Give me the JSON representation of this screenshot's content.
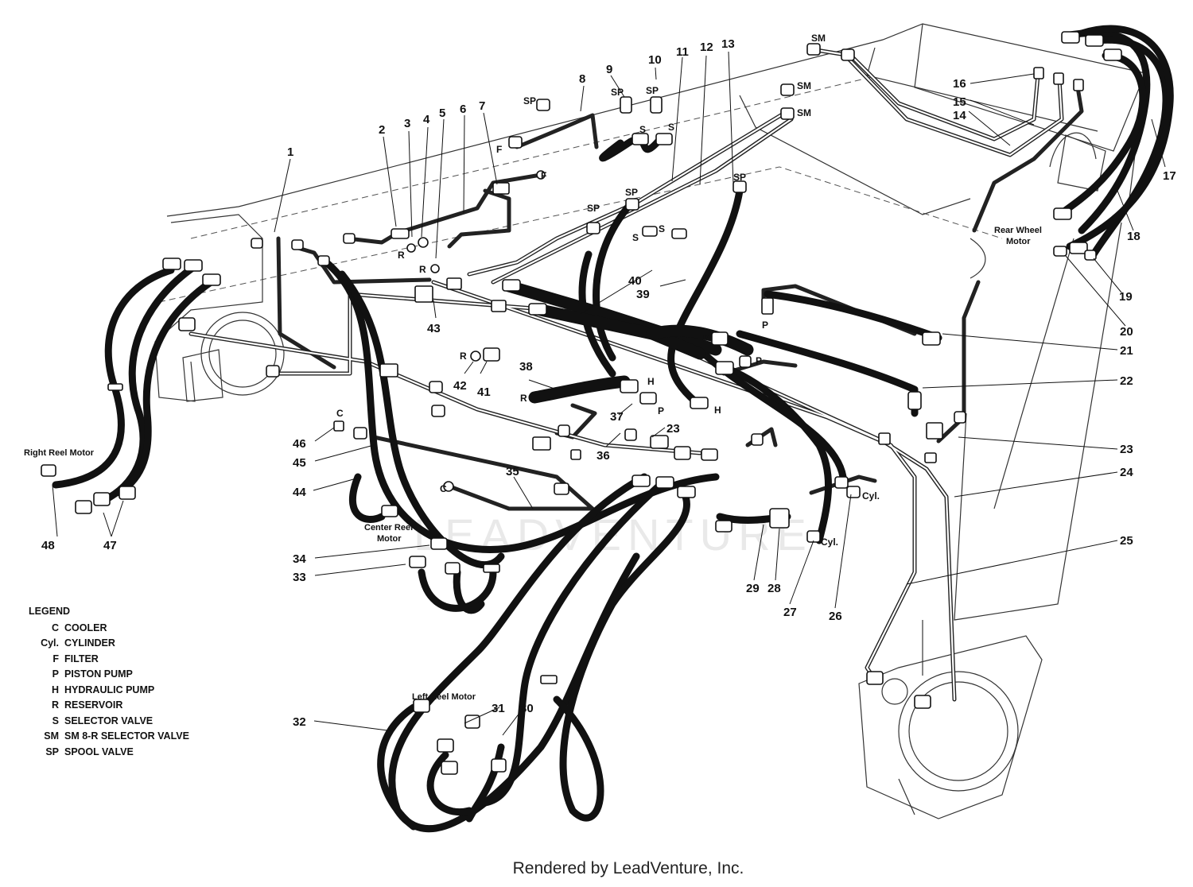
{
  "callouts": [
    "1",
    "2",
    "3",
    "4",
    "5",
    "6",
    "7",
    "8",
    "9",
    "10",
    "11",
    "12",
    "13",
    "14",
    "15",
    "16",
    "17",
    "18",
    "19",
    "20",
    "21",
    "22",
    "23",
    "23",
    "24",
    "25",
    "26",
    "27",
    "28",
    "29",
    "30",
    "31",
    "32",
    "33",
    "34",
    "35",
    "36",
    "37",
    "38",
    "39",
    "40",
    "41",
    "42",
    "43",
    "44",
    "45",
    "46",
    "47",
    "48"
  ],
  "tags": [
    "SM",
    "SM",
    "SM",
    "SP",
    "SP",
    "SP",
    "SP",
    "SP",
    "SP",
    "S",
    "S",
    "S",
    "S",
    "F",
    "F",
    "R",
    "R",
    "R",
    "R",
    "P",
    "P",
    "P",
    "P",
    "H",
    "H",
    "C",
    "C",
    "Cyl.",
    "Cyl."
  ],
  "components": {
    "right_reel_motor": "Right Reel Motor",
    "center_reel_motor": [
      "Center Reel",
      "Motor"
    ],
    "left_reel_motor": "Left Reel Motor",
    "rear_wheel_motor": [
      "Rear Wheel",
      "Motor"
    ]
  },
  "legend": {
    "title": "LEGEND",
    "items": [
      {
        "code": "C",
        "label": "COOLER"
      },
      {
        "code": "Cyl.",
        "label": "CYLINDER"
      },
      {
        "code": "F",
        "label": "FILTER"
      },
      {
        "code": "P",
        "label": "PISTON PUMP"
      },
      {
        "code": "H",
        "label": "HYDRAULIC PUMP"
      },
      {
        "code": "R",
        "label": "RESERVOIR"
      },
      {
        "code": "S",
        "label": "SELECTOR VALVE"
      },
      {
        "code": "SM",
        "label": "SM 8-R SELECTOR VALVE"
      },
      {
        "code": "SP",
        "label": "SPOOL VALVE"
      }
    ]
  },
  "watermark": "LEADVENTURE",
  "credit": "Rendered by LeadVenture, Inc."
}
